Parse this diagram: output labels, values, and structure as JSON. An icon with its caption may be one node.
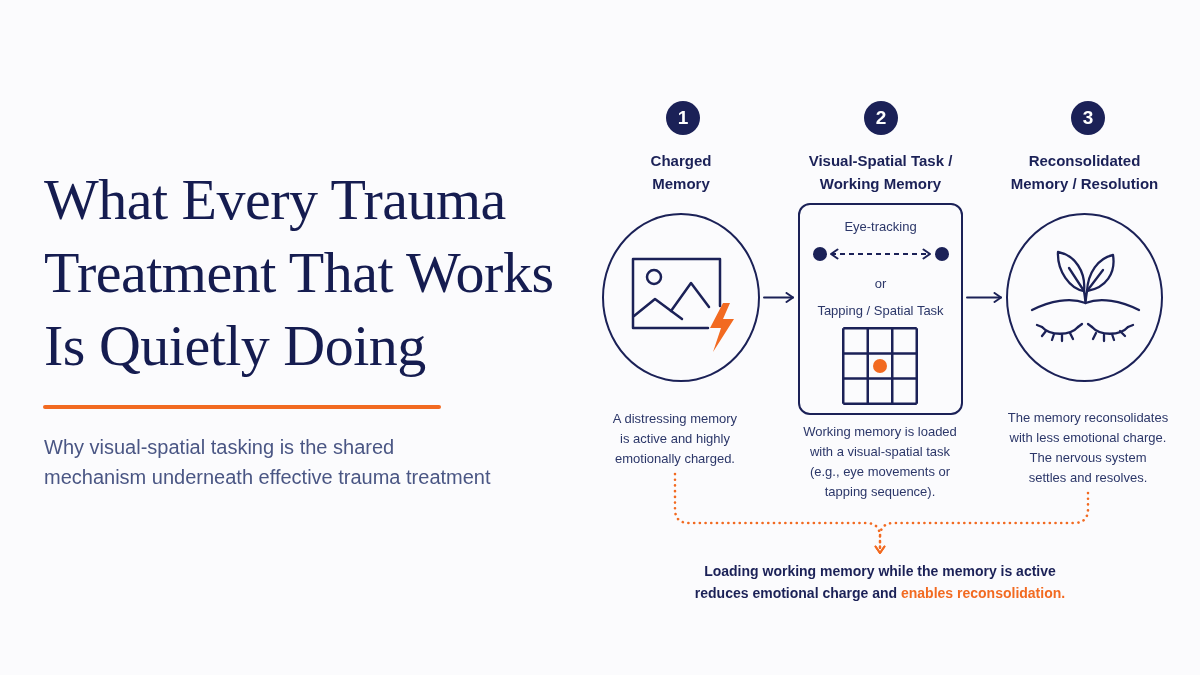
{
  "diagram": {
    "title": "What Every Trauma Treatment That Works Is Quietly Doing",
    "nodes": [
      {
        "text": [
          "1"
        ]
      },
      {
        "text": [
          "Charged Memory"
        ]
      },
      {
        "text": [
          "A distressing memory is active and highly emotionally charged."
        ]
      },
      {
        "text": [
          "2"
        ]
      },
      {
        "text": [
          "Visual-Spatial Task / Working Memory",
          "Eye-tracking",
          "or",
          "Tapping / Spatial Task"
        ],
        "beside": [
          "Working memory is loaded with a visual-spatial task (e.g., eye movements or tapping sequence)."
        ]
      },
      {
        "text": [],
        "shape": "circle",
        "in": 4
      },
      {
        "text": [],
        "shape": "circle",
        "in": 4
      },
      {
        "text": [
          "3"
        ]
      },
      {
        "text": [
          "Reconsolidated Memory / Resolution"
        ]
      },
      {
        "text": [
          "The memory reconsolidates with less emotional charge.",
          "The nervous system settles and resolves."
        ]
      },
      {
        "text": [
          "Loading working memory while the memory is active reduces emotional charge and **enables reconsolidation.**"
        ]
      }
    ],
    "edges": [
      {
        "from": 1,
        "to": 4,
        "arrow": "to"
      },
      {
        "from": 4,
        "to": 8,
        "arrow": "to"
      },
      {
        "from": 5,
        "to": 6,
        "arrow": "both",
        "style": "dashed"
      },
      {
        "from": 2,
        "to": 10,
        "arrow": "to",
        "style": "dashed",
        "color": "#f26a21"
      },
      {
        "from": 9,
        "to": 10,
        "arrow": "to",
        "style": "dashed",
        "color": "#f26a21"
      }
    ],
    "labels": [
      "Why visual-spatial tasking is the shared mechanism underneath effective trauma treatment"
    ]
  }
}
